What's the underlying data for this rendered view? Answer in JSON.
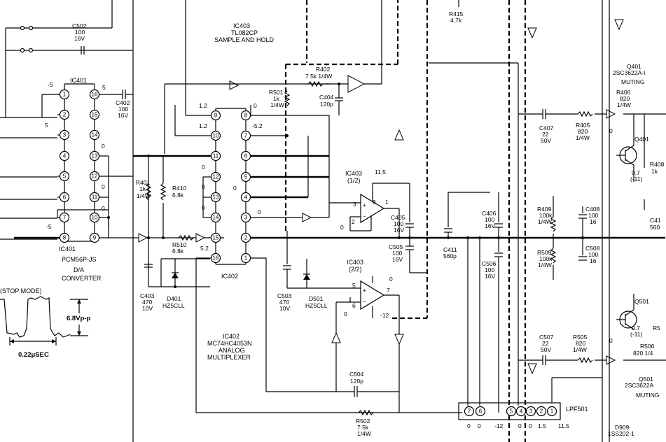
{
  "ic401": {
    "ref": "IC401",
    "part": "PCM56P-JS",
    "function_line1": "D/A",
    "function_line2": "CONVERTER",
    "left_pins": [
      "1",
      "2",
      "3",
      "4",
      "5",
      "6",
      "7",
      "8"
    ],
    "right_pins": [
      "16",
      "15",
      "14",
      "13",
      "12",
      "11",
      "10",
      "9"
    ],
    "voltages": {
      "p1": "-5",
      "p3": "5",
      "p16": "5",
      "p13": "0",
      "p11": "0",
      "p10": "0",
      "p8": "-5"
    }
  },
  "ic402": {
    "ref": "IC402",
    "part": "MC74HC4053N",
    "function_line1": "ANALOG",
    "function_line2": "MULTIPLEXER",
    "left_pins": [
      "9",
      "10",
      "11",
      "12",
      "13",
      "14",
      "15",
      "16"
    ],
    "right_pins": [
      "8",
      "7",
      "6",
      "5",
      "4",
      "3",
      "2",
      "1"
    ],
    "voltages": {
      "p9": "1.2",
      "p10": "1.2",
      "p12": "0",
      "p13": "0",
      "p14": "0",
      "p16": "5.2",
      "p8": "0",
      "p7": "-5.2",
      "p4": "0",
      "p3": "0"
    }
  },
  "ic403": {
    "ref": "IC403",
    "part": "TL082CP",
    "function": "SAMPLE AND HOLD",
    "half1": "IC403",
    "half1_sub": "(1/2)",
    "half2": "IC403",
    "half2_sub": "(2/2)",
    "v_top": "11.5",
    "v_pin3": "3",
    "v_pin2": "2",
    "v_pin8": "8",
    "v_pin1": "1",
    "v_pin5": "5",
    "v_pin6": "6",
    "v_pin7": "7",
    "v_neg": "-12",
    "v_zero": "0"
  },
  "components": {
    "c502": [
      "C502",
      "100",
      "16V"
    ],
    "c402": [
      "C402",
      "100",
      "16V"
    ],
    "c403": [
      "C403",
      "470",
      "10V"
    ],
    "d401": [
      "D401",
      "HZ5CLL"
    ],
    "r401": [
      "R401",
      "1k",
      "1/4W"
    ],
    "r410": [
      "R410",
      "6.8k"
    ],
    "r510": [
      "R510",
      "6.8k"
    ],
    "r501": [
      "R501",
      "1k",
      "1/4W"
    ],
    "r402": [
      "R402",
      "7.5k 1/4W"
    ],
    "c404": [
      "C404",
      "120p"
    ],
    "c405": [
      "C405",
      "100",
      "16V"
    ],
    "c505": [
      "C505",
      "100",
      "16V"
    ],
    "c503": [
      "C503",
      "470",
      "10V"
    ],
    "d501": [
      "D501",
      "HZ5CLL"
    ],
    "c504": [
      "C504",
      "120p"
    ],
    "r502": [
      "R502",
      "7.5k",
      "1/4W"
    ],
    "r415": [
      "R415",
      "4.7k"
    ],
    "c411": [
      "C411",
      "560p"
    ],
    "c406": [
      "C406",
      "100",
      "16V"
    ],
    "c506": [
      "C506",
      "100",
      "16V"
    ],
    "c407": [
      "C407",
      "22",
      "50V"
    ],
    "r405": [
      "R405",
      "820",
      "1/4W"
    ],
    "r409": [
      "R409",
      "100k",
      "1/4W"
    ],
    "r509": [
      "R509",
      "100k",
      "1/4W"
    ],
    "c408": [
      "C408",
      "100",
      "16"
    ],
    "c508": [
      "C508",
      "100",
      "16"
    ],
    "c507": [
      "C507",
      "22",
      "50V"
    ],
    "r505": [
      "R505",
      "820",
      "1/4W"
    ],
    "q401": [
      "Q401",
      "2SC3622A-I",
      "MUTING"
    ],
    "r406": [
      "R406",
      "820",
      "1/4W"
    ],
    "q401b": "Q401",
    "q401v": [
      "0",
      "0.7",
      "(-11)"
    ],
    "r408": [
      "R408",
      "1k"
    ],
    "c41x": [
      "C41",
      "560"
    ],
    "q501b": "Q501",
    "q501v": [
      "0",
      "0.7",
      "(-11)"
    ],
    "r5x": "R5",
    "r506": [
      "R506",
      "820 1/4"
    ],
    "q501": [
      "Q501",
      "2SC3622A",
      "MUTING"
    ],
    "d909": [
      "D909",
      "1SS202-1"
    ],
    "lpf501": "LPF501"
  },
  "lpf_pins": [
    "7",
    "6",
    "5",
    "4",
    "3",
    "2",
    "1"
  ],
  "lpf_voltages": [
    "0",
    "0",
    "-12",
    "0",
    "0",
    "1.5",
    "11.5"
  ],
  "waveform": {
    "title": "(STOP MODE)",
    "amplitude": "6.8Vp-p",
    "period": "0.22μSEC"
  }
}
